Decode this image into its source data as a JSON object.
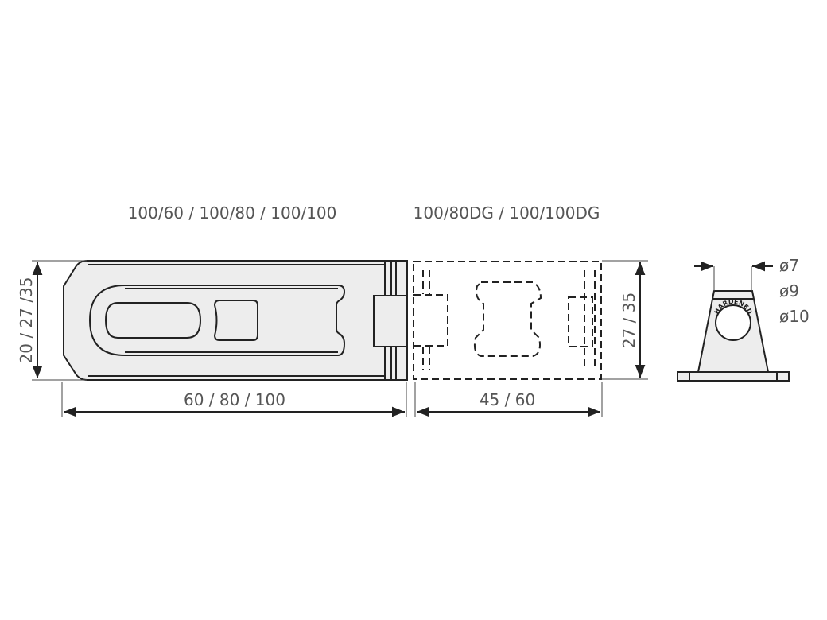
{
  "titles": {
    "hasp_models": "100/60 / 100/80 / 100/100",
    "dg_models": "100/80DG / 100/100DG"
  },
  "dimensions": {
    "hasp_width": "20 / 27 /35",
    "hasp_length": "60 / 80 / 100",
    "staple_length": "45 / 60",
    "staple_width": "27 / 35",
    "diameter_1": "ø7",
    "diameter_2": "ø9",
    "diameter_3": "ø10"
  },
  "staple_marking": "HARDENED"
}
